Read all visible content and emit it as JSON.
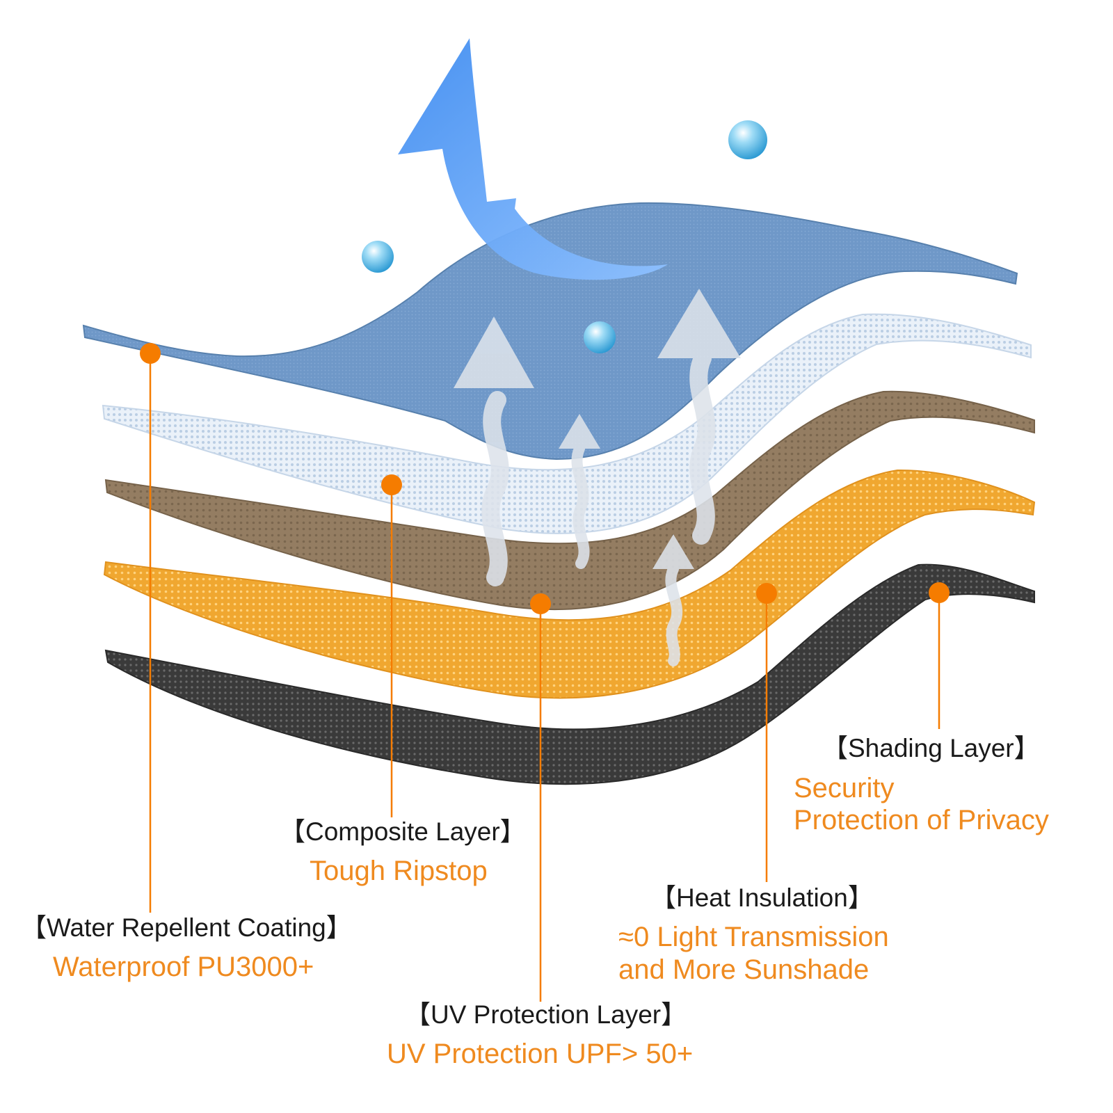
{
  "colors": {
    "accent": "#f57c00",
    "label_title": "#1a1a1a",
    "label_subtitle": "#ef8a1f",
    "layer_water": "#6f98c8",
    "layer_composite": "#c9d9ef",
    "layer_heat": "#8b7355",
    "layer_uv": "#f0a52a",
    "layer_shading": "#3c3c3c",
    "droplet": "#4fb6e6",
    "wind_arrow": "#5aa2f6",
    "vapor_arrow": "#dde3ea"
  },
  "labels": {
    "water_repellent": {
      "title": "【Water Repellent Coating】",
      "subtitle": "Waterproof PU3000+"
    },
    "composite": {
      "title": "【Composite Layer】",
      "subtitle": "Tough Ripstop"
    },
    "uv": {
      "title": "【UV Protection Layer】",
      "subtitle": "UV Protection UPF> 50+"
    },
    "heat": {
      "title": "【Heat Insulation】",
      "subtitle_line1": "≈0 Light Transmission",
      "subtitle_line2": "and More Sunshade"
    },
    "shading": {
      "title": "【Shading Layer】",
      "subtitle_line1": "Security",
      "subtitle_line2": "Protection of Privacy"
    }
  }
}
